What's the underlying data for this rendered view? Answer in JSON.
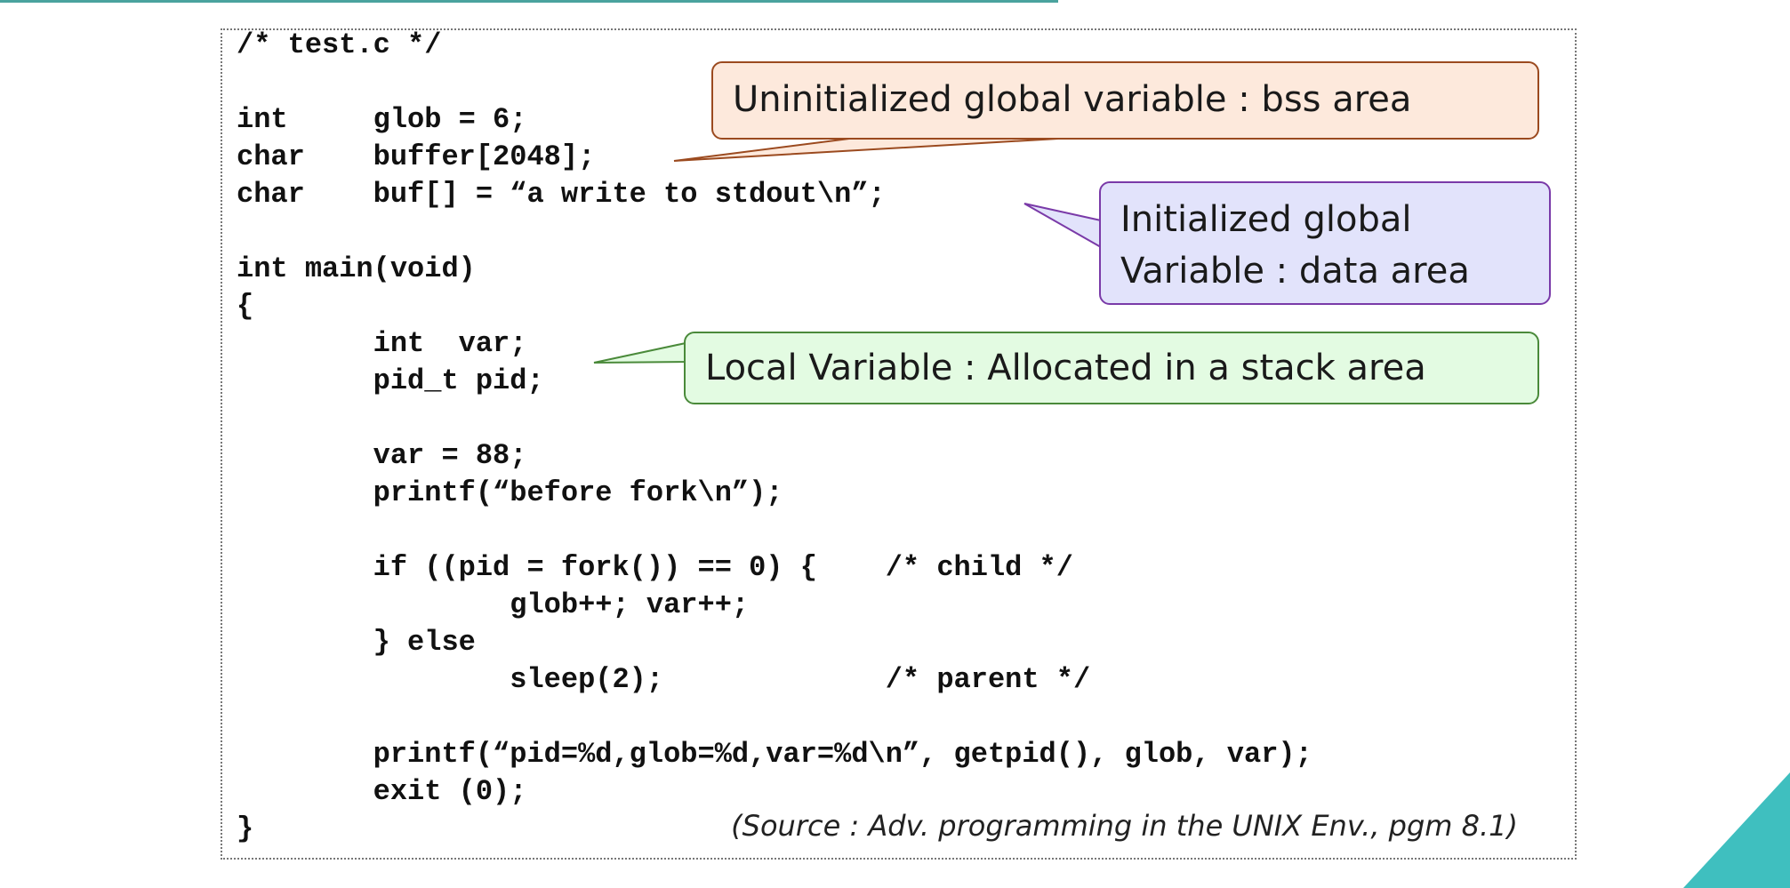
{
  "code_listing": {
    "lines": [
      "/* test.c */",
      "",
      "int     glob = 6;",
      "char    buffer[2048];",
      "char    buf[] = “a write to stdout\\n”;",
      "",
      "int main(void)",
      "{",
      "        int  var;",
      "        pid_t pid;",
      "",
      "        var = 88;",
      "        printf(“before fork\\n”);",
      "",
      "        if ((pid = fork()) == 0) {    /* child */",
      "                glob++; var++;",
      "        } else",
      "                sleep(2);             /* parent */",
      "",
      "        printf(“pid=%d,glob=%d,var=%d\\n”, getpid(), glob, var);",
      "        exit (0);",
      "}"
    ]
  },
  "callouts": {
    "bss": {
      "text": "Uninitialized global variable : bss area",
      "fill": "#fde9dc",
      "stroke": "#9b4a1f"
    },
    "data": {
      "lines": [
        "Initialized global",
        "Variable : data area"
      ],
      "fill": "#e2e3fb",
      "stroke": "#7a3aa8"
    },
    "stack": {
      "text": "Local Variable : Allocated in a stack area",
      "fill": "#e3fbe2",
      "stroke": "#4a8a3a"
    }
  },
  "source_note": "(Source : Adv. programming in the UNIX Env., pgm 8.1)",
  "theme": {
    "accent": "#4aa39e",
    "corner": "#3fbfbf"
  }
}
